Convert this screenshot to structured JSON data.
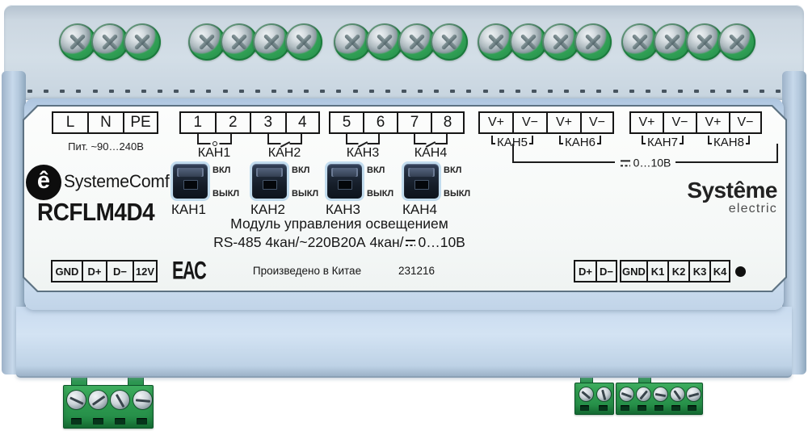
{
  "brand": {
    "mark": "ê",
    "name": "SystemeComf",
    "model": "RCFLM4D4"
  },
  "wordmark": {
    "line1": "Systême",
    "line2": "electric"
  },
  "power": {
    "terminals": [
      "L",
      "N",
      "PE"
    ],
    "caption": "Пит. ~90…240В"
  },
  "relay": {
    "terminals": [
      "1",
      "2",
      "3",
      "4",
      "5",
      "6",
      "7",
      "8"
    ],
    "channels": [
      "КАН1",
      "КАН2",
      "КАН3",
      "КАН4"
    ]
  },
  "analog": {
    "terminals": [
      "V+",
      "V−",
      "V+",
      "V−",
      "V+",
      "V−",
      "V+",
      "V−"
    ],
    "channels": [
      "КАН5",
      "КАН6",
      "КАН7",
      "КАН8"
    ],
    "range": "0…10В"
  },
  "switches": {
    "on": "ВКЛ",
    "off": "ВЫКЛ",
    "channels": [
      "КАН1",
      "КАН2",
      "КАН3",
      "КАН4"
    ]
  },
  "title": {
    "line1": "Модуль управления освещением",
    "line2_prefix": "RS-485 4кан/~220В20А 4кан/",
    "line2_range": "0…10В"
  },
  "footer": {
    "left_terminals": [
      "GND",
      "D+",
      "D−",
      "12V"
    ],
    "cert": "EAC",
    "made_in": "Произведено в Китае",
    "date_code": "231216",
    "rs485_terminals": [
      "D+",
      "D−"
    ],
    "output_terminals": [
      "GND",
      "K1",
      "K2",
      "K3",
      "K4"
    ]
  },
  "colors": {
    "housing_blue": "#c7d8ea",
    "terminal_green": "#2f9d50",
    "label_background": "#f8faf9",
    "switch_body": "#1a2430",
    "text": "#161616"
  }
}
